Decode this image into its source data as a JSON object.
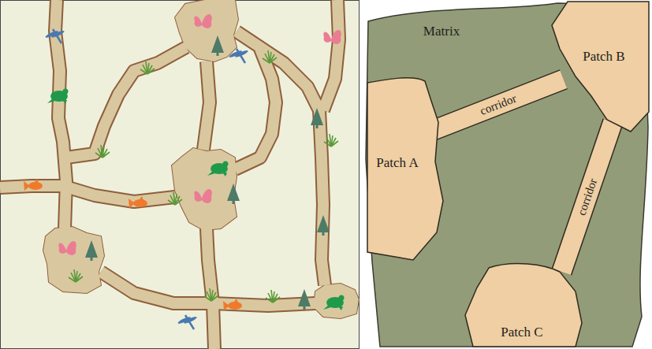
{
  "diagram": {
    "nodes": [
      {
        "text": [
          "Matrix"
        ]
      },
      {
        "text": [
          "Patch A"
        ],
        "in": 0
      },
      {
        "text": [
          "Patch B"
        ],
        "in": 0
      },
      {
        "text": [
          "Patch C"
        ],
        "in": 0
      }
    ],
    "edges": [
      {
        "from": 1,
        "to": 2,
        "arrow": "none",
        "label": "corridor"
      },
      {
        "from": 2,
        "to": 3,
        "arrow": "none",
        "label": "corridor"
      }
    ]
  }
}
